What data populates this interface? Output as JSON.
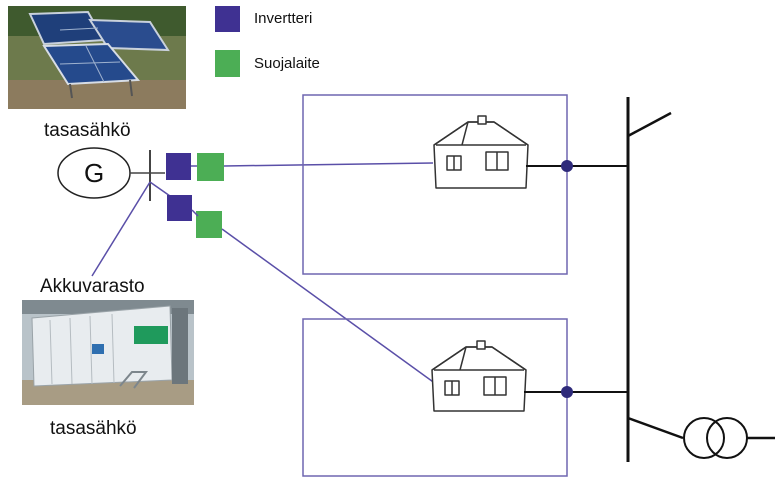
{
  "legend": {
    "inverter": {
      "label": "Invertteri",
      "color": "#3f3192"
    },
    "protection": {
      "label": "Suojalaite",
      "color": "#4cae55"
    }
  },
  "labels": {
    "solar_dc": "tasasähkö",
    "generator": "G",
    "storage": "Akkuvarasto",
    "storage_dc": "tasasähkö"
  },
  "colors": {
    "link_line": "#5a4fa8",
    "box_border": "#6f66b0",
    "grid_line": "#111111",
    "junction": "#2e2a7a"
  },
  "icons": {
    "solar_panel_photo": "solar-panel-photo",
    "battery_container_photo": "battery-container-photo",
    "house": "house-icon",
    "transformer": "transformer-icon"
  }
}
